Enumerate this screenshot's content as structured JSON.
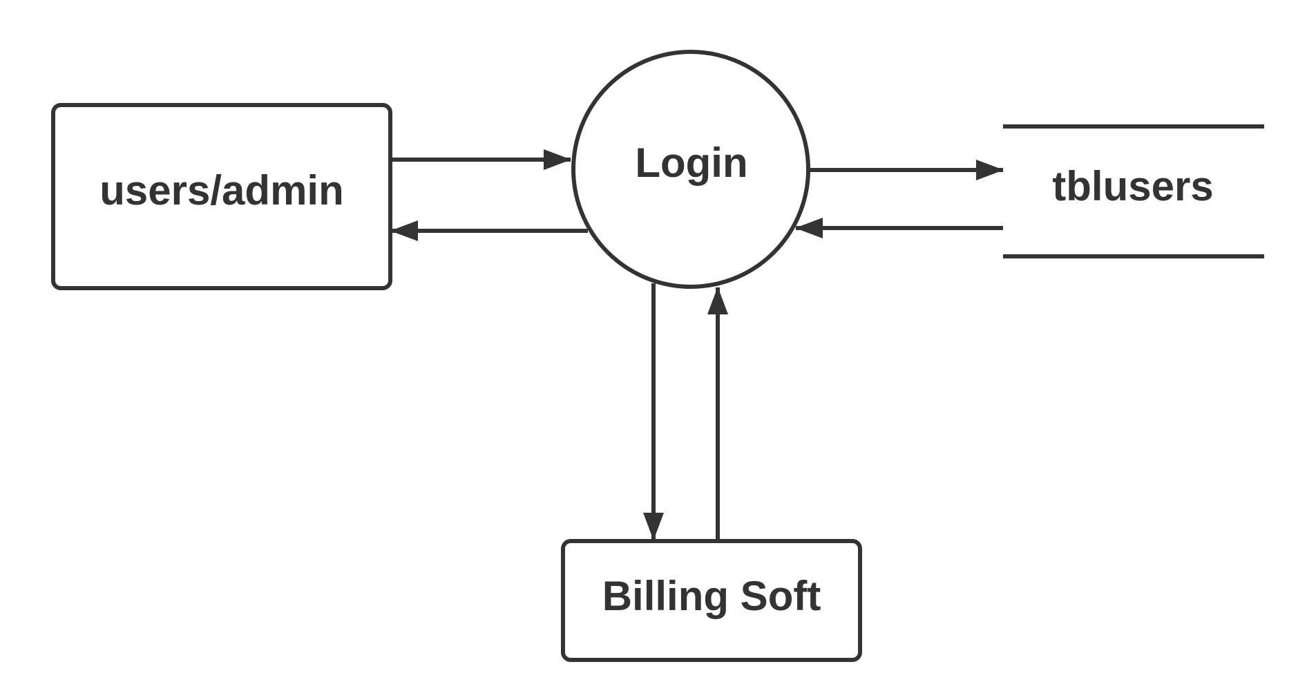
{
  "diagram": {
    "type": "data-flow-diagram",
    "nodes": {
      "entity": {
        "label": "users/admin",
        "shape": "rounded-rectangle"
      },
      "process": {
        "label": "Login",
        "shape": "circle"
      },
      "datastore": {
        "label": "tblusers",
        "shape": "open-ended-store"
      },
      "system": {
        "label": "Billing Soft",
        "shape": "rounded-rectangle"
      }
    },
    "edges": [
      {
        "from": "users/admin",
        "to": "Login"
      },
      {
        "from": "Login",
        "to": "users/admin"
      },
      {
        "from": "Login",
        "to": "tblusers"
      },
      {
        "from": "tblusers",
        "to": "Login"
      },
      {
        "from": "Login",
        "to": "Billing Soft"
      },
      {
        "from": "Billing Soft",
        "to": "Login"
      }
    ],
    "colors": {
      "stroke": "#333333",
      "text": "#333333",
      "background": "#ffffff"
    }
  }
}
